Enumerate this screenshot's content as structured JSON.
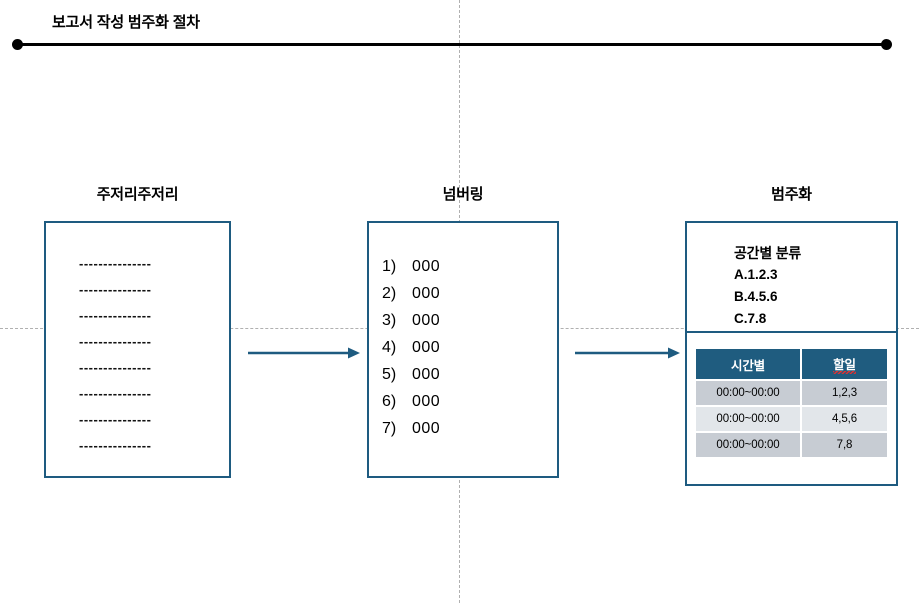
{
  "timeline": {
    "title": "보고서 작성 범주화 절차",
    "endpoint_left": "timeline-start-dot",
    "endpoint_right": "timeline-end-dot"
  },
  "stages": [
    {
      "caption": "주저리주저리",
      "type": "document",
      "lines": [
        "---------------",
        "---------------",
        "---------------",
        "---------------",
        "---------------",
        "---------------",
        "---------------",
        "---------------"
      ]
    },
    {
      "caption": "넘버링",
      "type": "numbered-list",
      "items": [
        {
          "index": "1)",
          "value": "000"
        },
        {
          "index": "2)",
          "value": "000"
        },
        {
          "index": "3)",
          "value": "000"
        },
        {
          "index": "4)",
          "value": "000"
        },
        {
          "index": "5)",
          "value": "000"
        },
        {
          "index": "6)",
          "value": "000"
        },
        {
          "index": "7)",
          "value": "000"
        }
      ]
    },
    {
      "caption": "범주화",
      "type": "categorized",
      "group_title": "공간별 분류",
      "group_items": [
        "A.1.2.3",
        "B.4.5.6",
        "C.7.8"
      ],
      "table": {
        "headers": [
          "시간별",
          "할일"
        ],
        "header_spellcheck_flag": "할일",
        "rows": [
          [
            "00:00~00:00",
            "1,2,3"
          ],
          [
            "00:00~00:00",
            "4,5,6"
          ],
          [
            "00:00~00:00",
            "7,8"
          ]
        ]
      }
    }
  ],
  "arrows": [
    {
      "name": "arrow-doc-to-number"
    },
    {
      "name": "arrow-number-to-category"
    }
  ],
  "colors": {
    "accent_border": "#1e5b80",
    "table_header_bg": "#1f5c7f",
    "row_shade": "#c7ccd3",
    "row_light": "#e2e6ea",
    "timeline": "#000000",
    "spellcheck": "#e03030",
    "guide": "#b0b0b0"
  }
}
